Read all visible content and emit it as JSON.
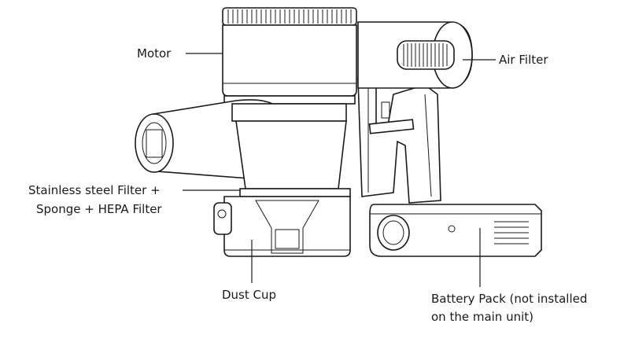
{
  "labels": {
    "motor": "Motor",
    "air_filter": "Air Filter",
    "filter_line1": "Stainless steel Filter +",
    "filter_line2": "Sponge + HEPA Filter",
    "dust_cup": "Dust Cup",
    "battery_line1": "Battery Pack (not installed",
    "battery_line2": "on the main unit)"
  }
}
